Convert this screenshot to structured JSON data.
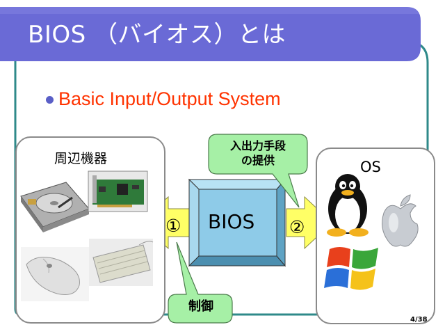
{
  "slide": {
    "title": "BIOS （バイオス）とは",
    "bullet": "Basic Input/Output System",
    "page_number": "4/38"
  },
  "diagram": {
    "peripherals_label": "周辺機器",
    "os_label": "OS",
    "bios_label": "BIOS",
    "arrow_left_marker": "①",
    "arrow_right_marker": "②",
    "callout_top": "入出力手段\nの提供",
    "callout_bottom": "制御"
  },
  "colors": {
    "title_bar": "#6a6ad6",
    "frame": "#2f8a8a",
    "bullet_text": "#ff3300",
    "bios_box": "#8ecbe8",
    "arrow": "#ffff66",
    "callout": "#a6f0a6"
  }
}
